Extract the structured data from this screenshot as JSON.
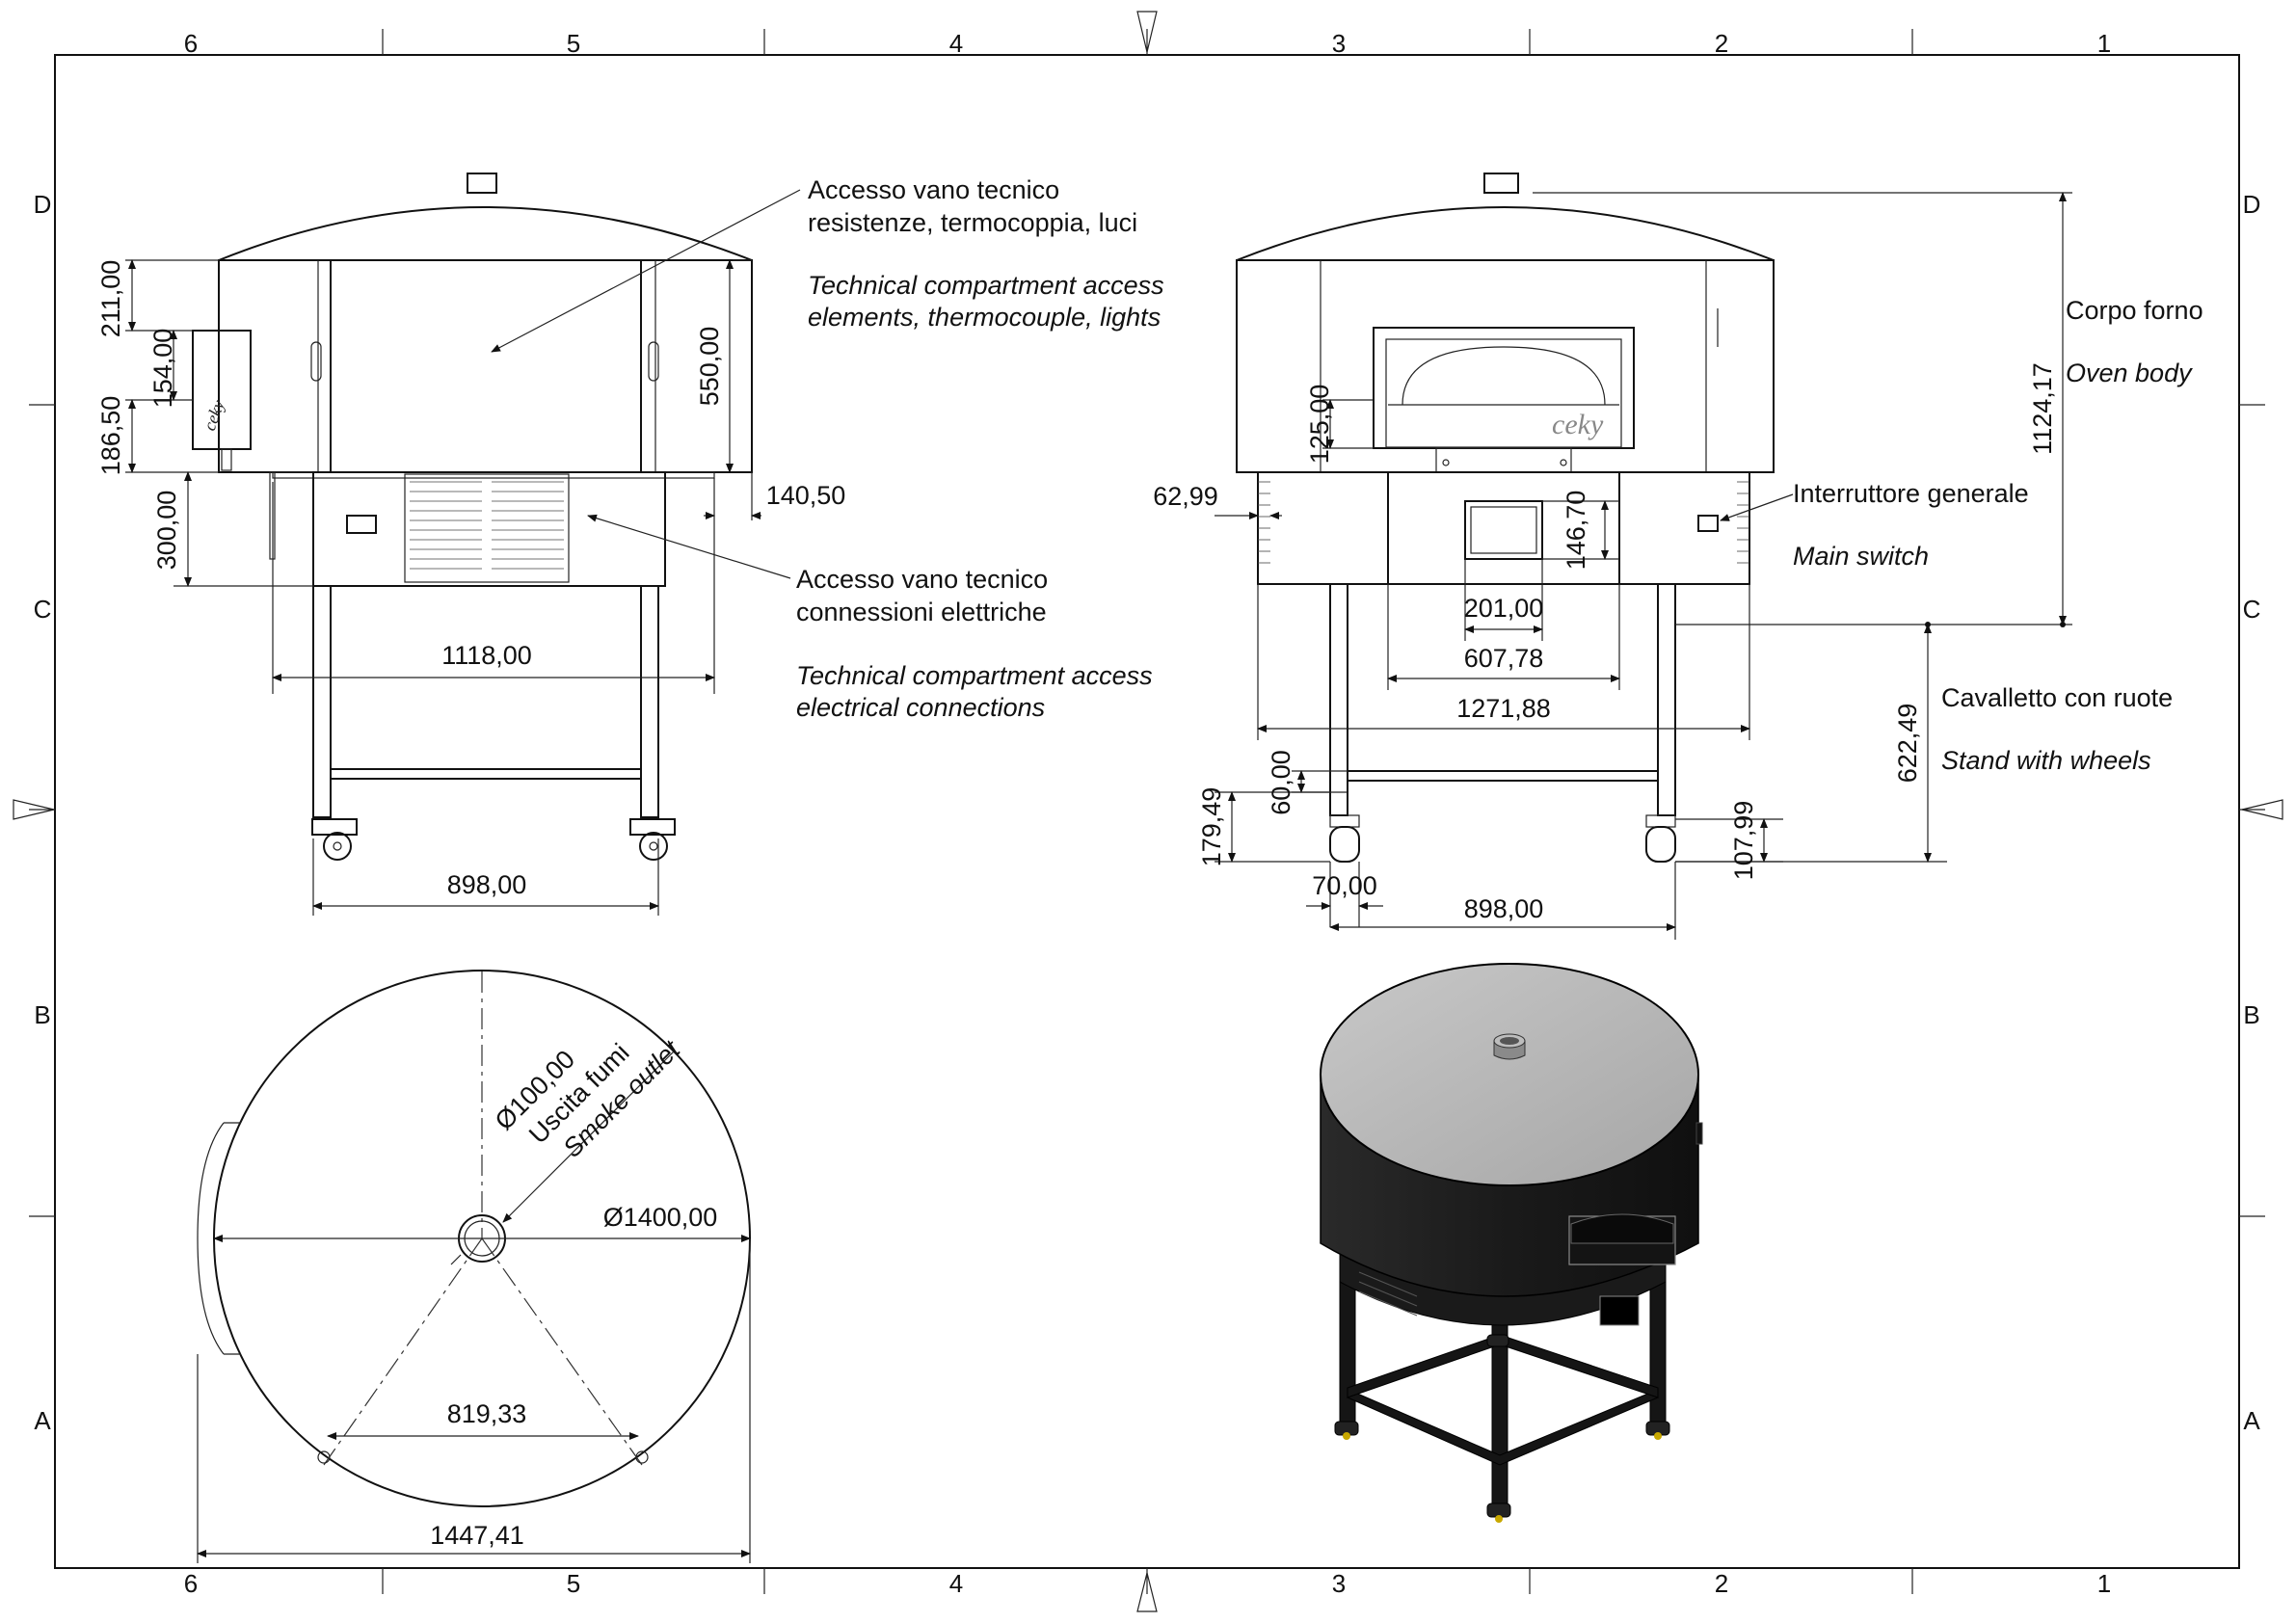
{
  "grid": {
    "columns": [
      "6",
      "5",
      "4",
      "3",
      "2",
      "1"
    ],
    "rows": [
      "D",
      "C",
      "B",
      "A"
    ]
  },
  "callouts": {
    "tech_access_top": {
      "it_line1": "Accesso vano tecnico",
      "it_line2": "resistenze, termocoppia, luci",
      "en_line1": "Technical compartment access",
      "en_line2": "elements, thermocouple, lights"
    },
    "tech_access_bottom": {
      "it_line1": "Accesso vano tecnico",
      "it_line2": "connessioni elettriche",
      "en_line1": "Technical compartment access",
      "en_line2": "electrical connections"
    },
    "oven_body": {
      "it": "Corpo forno",
      "en": "Oven body"
    },
    "main_switch": {
      "it": "Interruttore generale",
      "en": "Main switch"
    },
    "stand": {
      "it": "Cavalletto con ruote",
      "en": "Stand with wheels"
    },
    "smoke": {
      "dia": "Ø100,00",
      "it": "Uscita fumi",
      "en": "Smoke outlet"
    }
  },
  "dimensions": {
    "side": {
      "d211": "211,00",
      "d154": "154,00",
      "d186": "186,50",
      "d300": "300,00",
      "d550": "550,00",
      "d140": "140,50",
      "d1118": "1118,00",
      "d898": "898,00"
    },
    "front": {
      "d125": "125,00",
      "d6299": "62,99",
      "d14670": "146,70",
      "d201": "201,00",
      "d60778": "607,78",
      "d127188": "1271,88",
      "d6000": "60,00",
      "d17949": "179,49",
      "d70": "70,00",
      "d898": "898,00",
      "d10799": "107,99",
      "d112417": "1124,17",
      "d62249": "622,49"
    },
    "top": {
      "d1400": "Ø1400,00",
      "d81933": "819,33",
      "d144741": "1447,41"
    }
  },
  "logo": "ceky"
}
